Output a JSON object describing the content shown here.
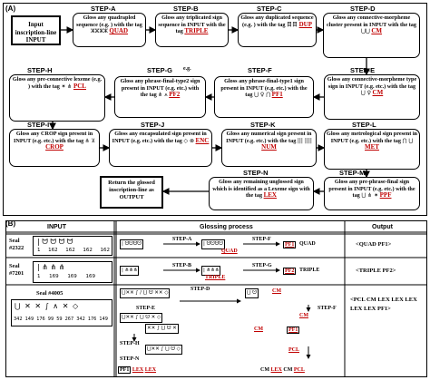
{
  "panel_a_label": "(A)",
  "panel_b_label": "(B)",
  "input_box": "Input inscription-line INPUT",
  "output_box": "Return the glossed inscription-line as OUTPUT",
  "steps": {
    "a": {
      "label": "STEP-A",
      "text": "Gloss any quadrapled sequence (e.g. ) with the tag",
      "tag": "QUAD"
    },
    "b": {
      "label": "STEP-B",
      "text": "Gloss any triplicated sign sequence in INPUT with the tag",
      "tag": "TRIPLE"
    },
    "c": {
      "label": "STEP-C",
      "text": "Gloss any duplicated sequence (e.g. ) with the tag",
      "tag": "DUP"
    },
    "d": {
      "label": "STEP-D",
      "text": "Gloss any connective-morpheme cluster present in INPUT with the tag",
      "tag": "CM"
    },
    "e": {
      "label": "STEP-E",
      "text": "Gloss any connective-morpheme type sign in INPUT (e.g. etc.) with the tag",
      "tag": "CM"
    },
    "f": {
      "label": "STEP-F",
      "text": "Gloss any phrase-final-type1 sign present in INPUT (e.g. etc.) with the tag",
      "tag": "PF1"
    },
    "g": {
      "label": "STEP-G",
      "text": "Gloss any phrase-final-type2 sign present in INPUT (e.g. etc.) with the tag",
      "tag": "PF2"
    },
    "h": {
      "label": "STEP-H",
      "text": "Gloss any pre-connective lexeme (e.g. ) with the tag",
      "tag": "PCL"
    },
    "i": {
      "label": "STEP-I",
      "text": "Gloss any CROP sign present in INPUT (e.g. etc.) with the tag",
      "tag": "CROP"
    },
    "j": {
      "label": "STEP-J",
      "text": "Gloss any encapsulated sign present in INPUT (e.g. etc.) with the tag",
      "tag": "ENC"
    },
    "k": {
      "label": "STEP-K",
      "text": "Gloss any numerical sign present in INPUT (e.g. etc.) with the tag",
      "tag": "NUM"
    },
    "l": {
      "label": "STEP-L",
      "text": "Gloss any metrological sign present in INPUT (e.g. etc.) with the tag",
      "tag": "MET"
    },
    "m": {
      "label": "STEP-M",
      "text": "Gloss any pre-phrase-final sign present in INPUT (e.g. etc.) with the tag",
      "tag": "PPF"
    },
    "n": {
      "label": "STEP-N",
      "text": "Gloss any remaining unglossed sign which is identified as a Lexeme sign with the tag",
      "tag": "LEX"
    }
  },
  "eg_label": "e.g.",
  "etc_label": "etc.)",
  "table": {
    "headers": {
      "input": "INPUT",
      "process": "Glossing process",
      "output": "Output"
    },
    "rows": [
      {
        "seal": "Seal #2322",
        "numbers": [
          "1",
          "162",
          "162",
          "162",
          "162"
        ],
        "steps": [
          "STEP-A",
          "STEP-F"
        ],
        "tags": [
          "QUAD",
          "PF1",
          "QUAD"
        ],
        "output": "<QUAD PF1>"
      },
      {
        "seal": "Seal #7201",
        "numbers": [
          "1",
          "169",
          "169",
          "169"
        ],
        "steps": [
          "STEP-B",
          "STEP-G"
        ],
        "tags": [
          "TRIPLE",
          "PF2",
          "TRIPLE"
        ],
        "output": "<TRIPLE PF2>"
      },
      {
        "seal": "Seal #4005",
        "numbers": [
          "342",
          "149",
          "176",
          "99",
          "59",
          "267",
          "342",
          "176",
          "149"
        ],
        "steps": [
          "STEP-D",
          "STEP-E",
          "STEP-F",
          "STEP-H",
          "STEP-N"
        ],
        "tags": [
          "CM",
          "CM",
          "CM",
          "PCL",
          "PCL",
          "PF1",
          "LEX",
          "LEX",
          "CM",
          "LEX",
          "CM",
          "PCL"
        ],
        "final_row": [
          "PF1",
          "LEX",
          "LEX",
          "CM",
          "LEX",
          "CM",
          "PCL"
        ],
        "output": "<PCL CM LEX LEX LEX LEX LEX PF1>"
      }
    ]
  }
}
